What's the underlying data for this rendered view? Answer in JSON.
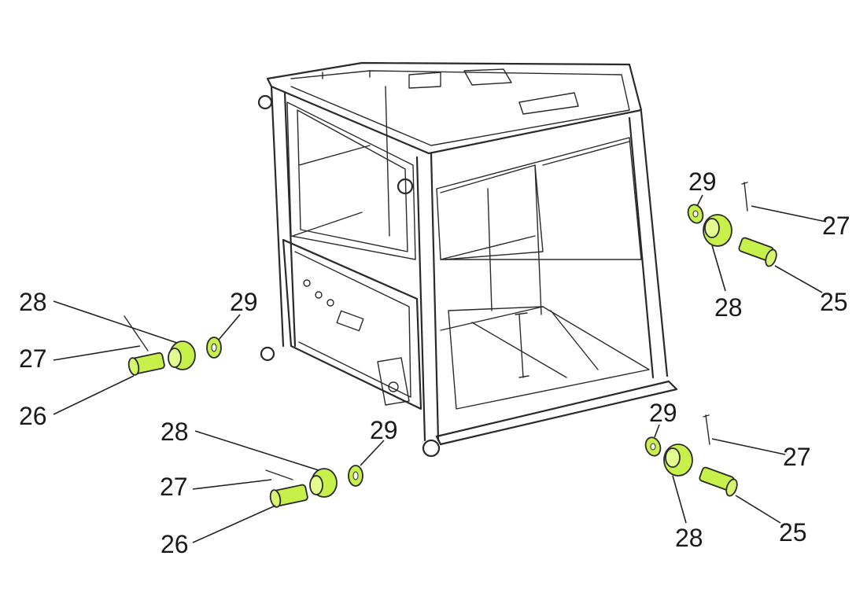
{
  "colors": {
    "background": "#ffffff",
    "linework": "#2a2a2a",
    "highlighted_part": "#c8f04a"
  },
  "callouts": {
    "ul_28": "28",
    "ul_29": "29",
    "ul_27": "27",
    "ul_26": "26",
    "ll_28": "28",
    "ll_29": "29",
    "ll_27": "27",
    "ll_26": "26",
    "ur_29": "29",
    "ur_27": "27",
    "ur_28": "28",
    "ur_25": "25",
    "lr_29": "29",
    "lr_27": "27",
    "lr_28": "28",
    "lr_25": "25"
  }
}
